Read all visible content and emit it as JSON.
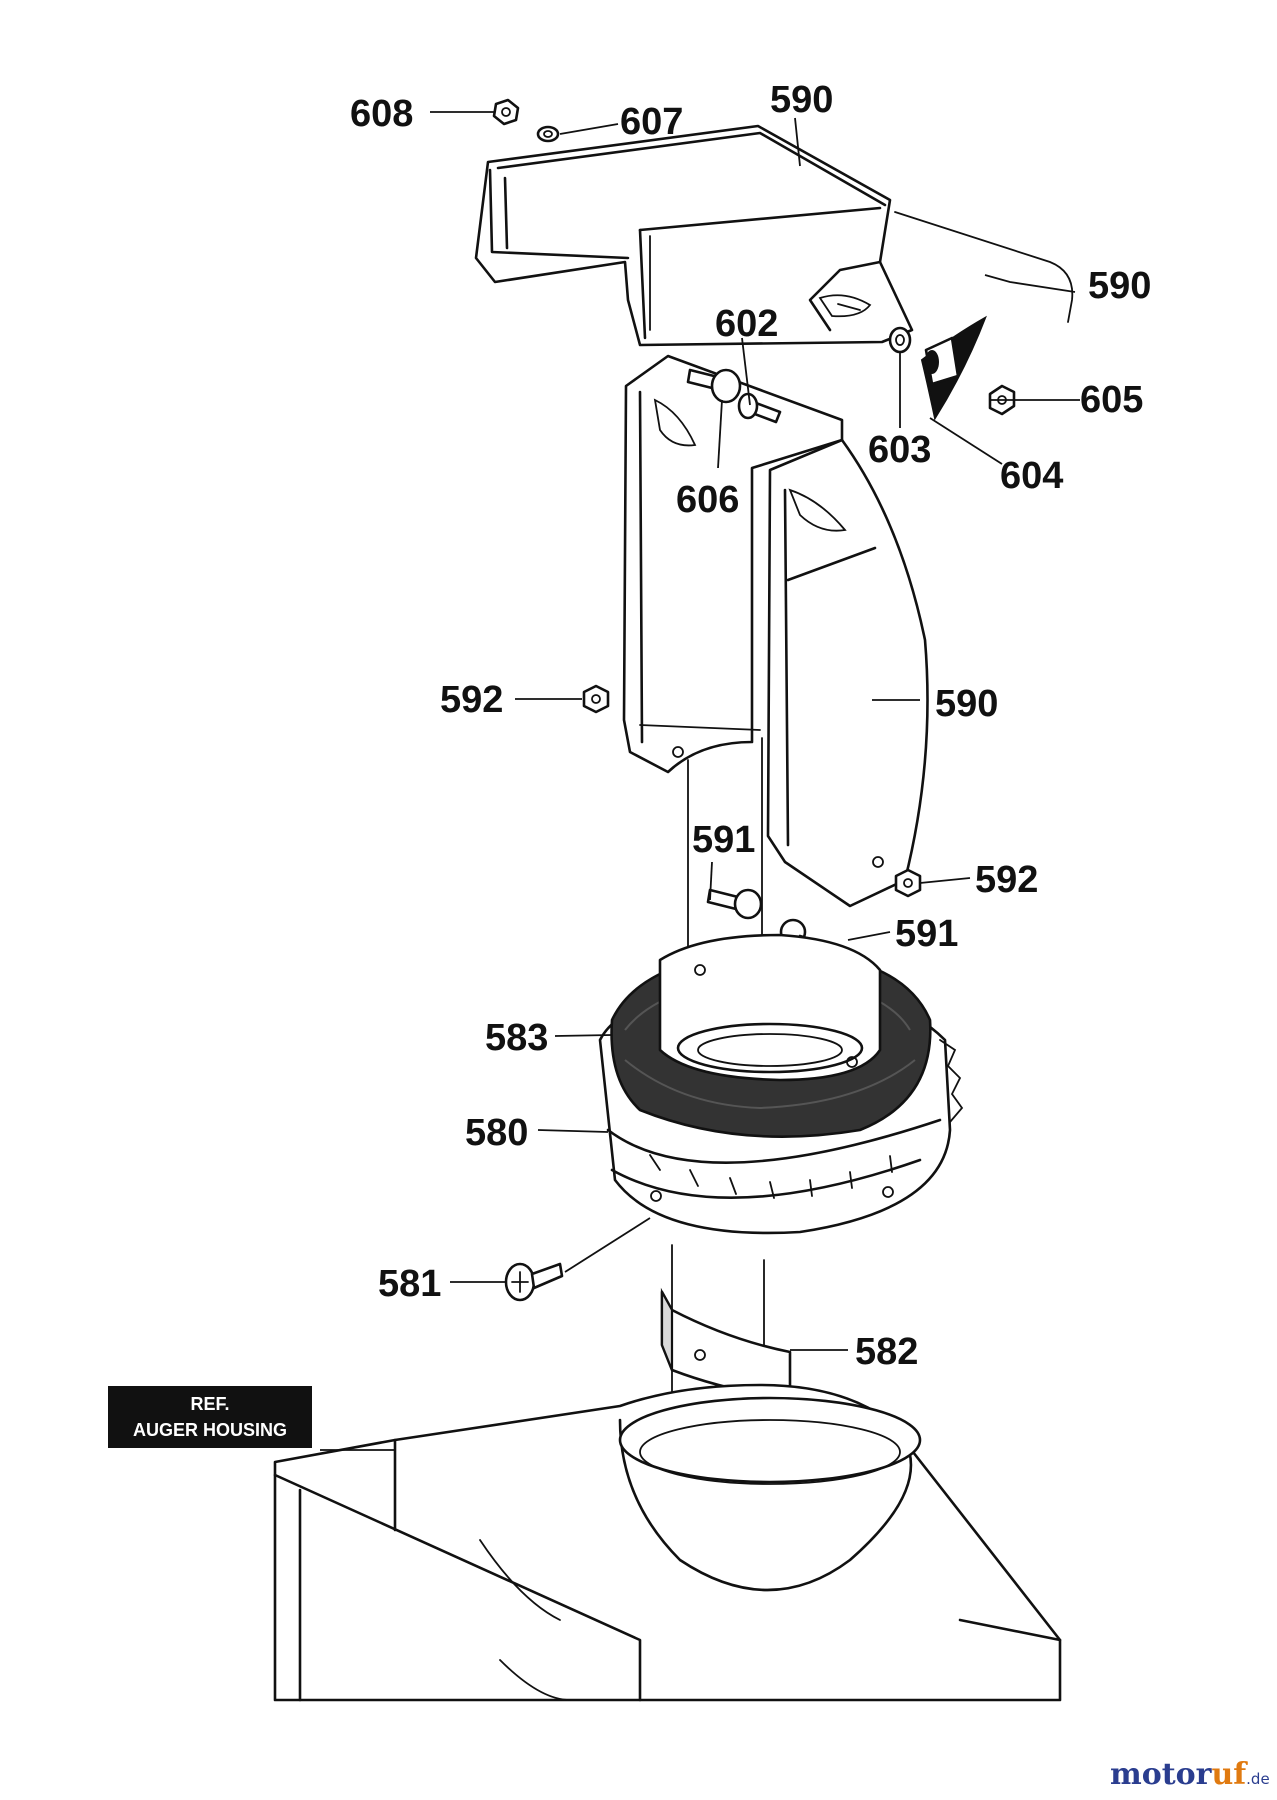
{
  "callouts": {
    "c608": "608",
    "c607": "607",
    "c590_top": "590",
    "c590_rod": "590",
    "c602": "602",
    "c605": "605",
    "c603": "603",
    "c604": "604",
    "c606": "606",
    "c592_left": "592",
    "c590_chute": "590",
    "c591_top": "591",
    "c592_right": "592",
    "c591_right": "591",
    "c583": "583",
    "c580": "580",
    "c581": "581",
    "c582": "582"
  },
  "reference_box": {
    "line1": "REF.",
    "line2": "AUGER HOUSING"
  },
  "watermark": {
    "brand_main": "motor",
    "brand_accent": "uf",
    "brand_suffix": ".de"
  }
}
